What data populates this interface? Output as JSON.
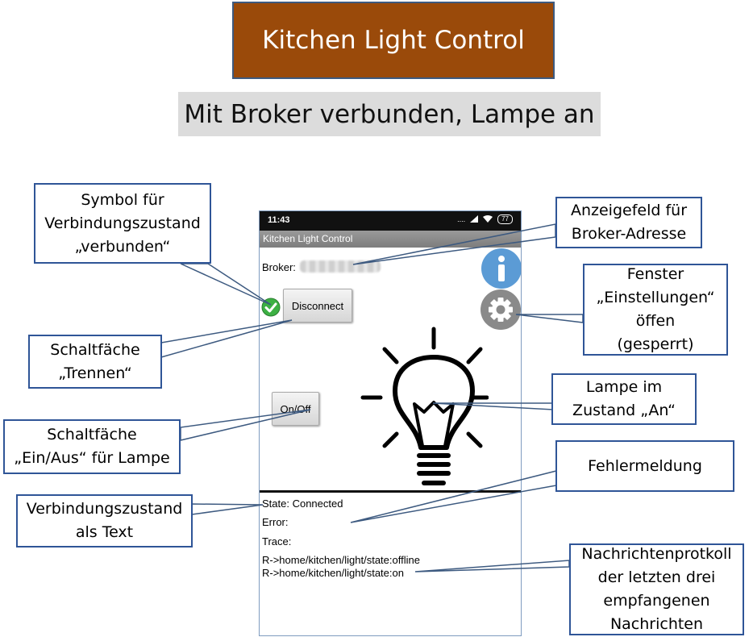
{
  "header": {
    "title": "Kitchen Light Control",
    "subtitle": "Mit Broker verbunden, Lampe an"
  },
  "phone": {
    "status_bar": {
      "time": "11:43",
      "signal": "....",
      "battery": "77"
    },
    "app_title": "Kitchen Light Control",
    "broker_label": "Broker:",
    "disconnect_label": "Disconnect",
    "onoff_label": "On/Off",
    "state_text": "State: Connected",
    "error_text": "Error:",
    "trace_text": "Trace:",
    "messages": [
      "R->home/kitchen/light/state:offline",
      "R->home/kitchen/light/state:on"
    ],
    "icons": {
      "status": "check-icon",
      "info": "info-icon",
      "settings": "gear-icon",
      "lamp": "lightbulb-icon"
    },
    "colors": {
      "info": "#5b9bd5",
      "settings": "#8a8a8a",
      "connected": "#3cb043"
    }
  },
  "callouts": {
    "symbol": [
      "Symbol für",
      "Verbindungszustand",
      "„verbunden“"
    ],
    "broker_field": [
      "Anzeigefeld für",
      "Broker-Adresse"
    ],
    "settings_window": [
      "Fenster",
      "„Einstellungen“",
      "öffen",
      "(gesperrt)"
    ],
    "disconnect_btn": [
      "Schaltfäche",
      "„Trennen“"
    ],
    "lamp_state": [
      "Lampe im",
      "Zustand „An“"
    ],
    "onoff_btn": [
      "Schaltfäche",
      "„Ein/Aus“ für Lampe"
    ],
    "error_msg": [
      "Fehlermeldung"
    ],
    "state_text": [
      "Verbindungszustand",
      "als Text"
    ],
    "message_log": [
      "Nachrichtenprotkoll",
      "der letzten drei",
      "empfangenen",
      "Nachrichten"
    ]
  }
}
